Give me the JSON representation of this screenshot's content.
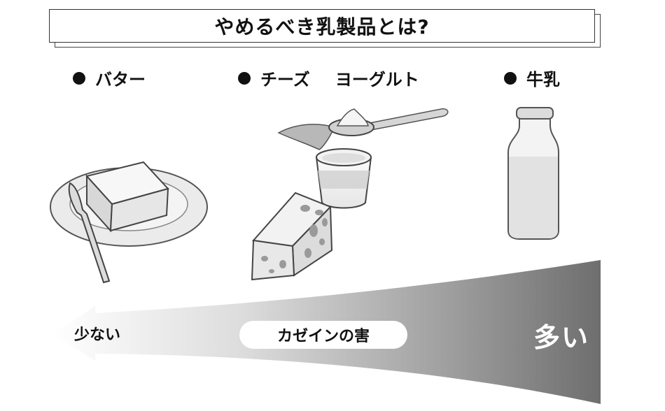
{
  "title": "やめるべき乳製品とは?",
  "categories": [
    {
      "label": "バター"
    },
    {
      "label": "チーズ",
      "label2": "ヨーグルト"
    },
    {
      "label": "牛乳"
    }
  ],
  "arrow": {
    "center_label": "カゼインの害",
    "low_label": "少ない",
    "high_label": "多い"
  }
}
